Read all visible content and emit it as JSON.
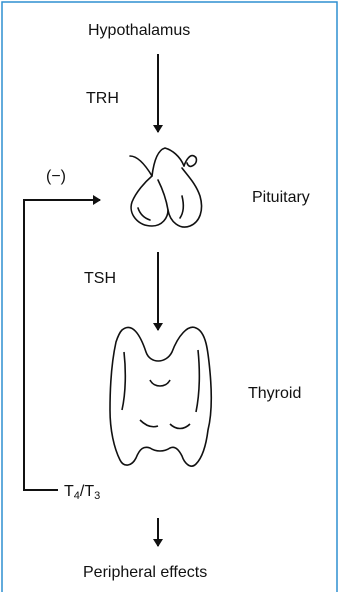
{
  "diagram": {
    "nodes": {
      "hypothalamus": "Hypothalamus",
      "pituitary": "Pituitary",
      "thyroid": "Thyroid",
      "peripheral": "Peripheral effects"
    },
    "edges": {
      "trh": "TRH",
      "tsh": "TSH",
      "hormone_base_1": "T",
      "hormone_sub_1": "4",
      "hormone_slash": "/",
      "hormone_base_2": "T",
      "hormone_sub_2": "3"
    },
    "feedback_label": "(−)",
    "illustrations": [
      "pituitary-gland-drawing",
      "thyroid-gland-drawing"
    ],
    "colors": {
      "border": "#2f8fd1",
      "ink": "#111111"
    }
  }
}
